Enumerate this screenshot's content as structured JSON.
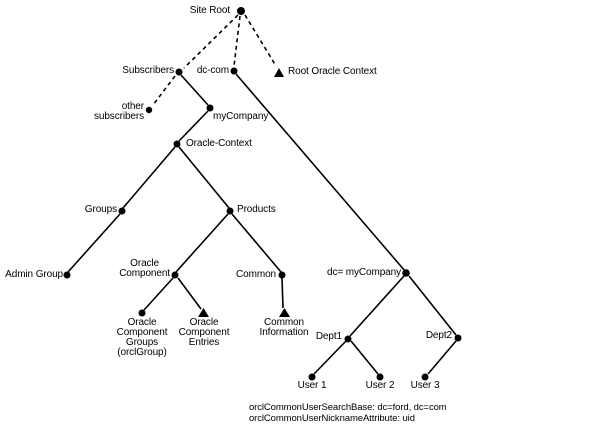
{
  "colors": {
    "ink": "#000000",
    "background": "#ffffff"
  },
  "nodes": {
    "site_root": "Site Root",
    "subscribers": "Subscribers",
    "dc_com": "dc-com",
    "root_oracle_context": "Root Oracle Context",
    "other_subscribers": "other\nsubscribers",
    "my_company": "myCompany",
    "oracle_context": "Oracle-Context",
    "groups": "Groups",
    "products": "Products",
    "admin_group": "Admin Group",
    "oracle_component": "Oracle\nComponent",
    "common": "Common",
    "dc_my_company": "dc= myCompany",
    "oracle_component_groups": "Oracle\nComponent\nGroups\n(orclGroup)",
    "oracle_component_entries": "Oracle\nComponent\nEntries",
    "common_information": "Common\nInformation",
    "dept1": "Dept1",
    "dept2": "Dept2",
    "user1": "User 1",
    "user2": "User 2",
    "user3": "User 3"
  },
  "footer": "orclCommonUserSearchBase: dc=ford, dc=com\norclCommonUserNicknameAttribute: uid"
}
